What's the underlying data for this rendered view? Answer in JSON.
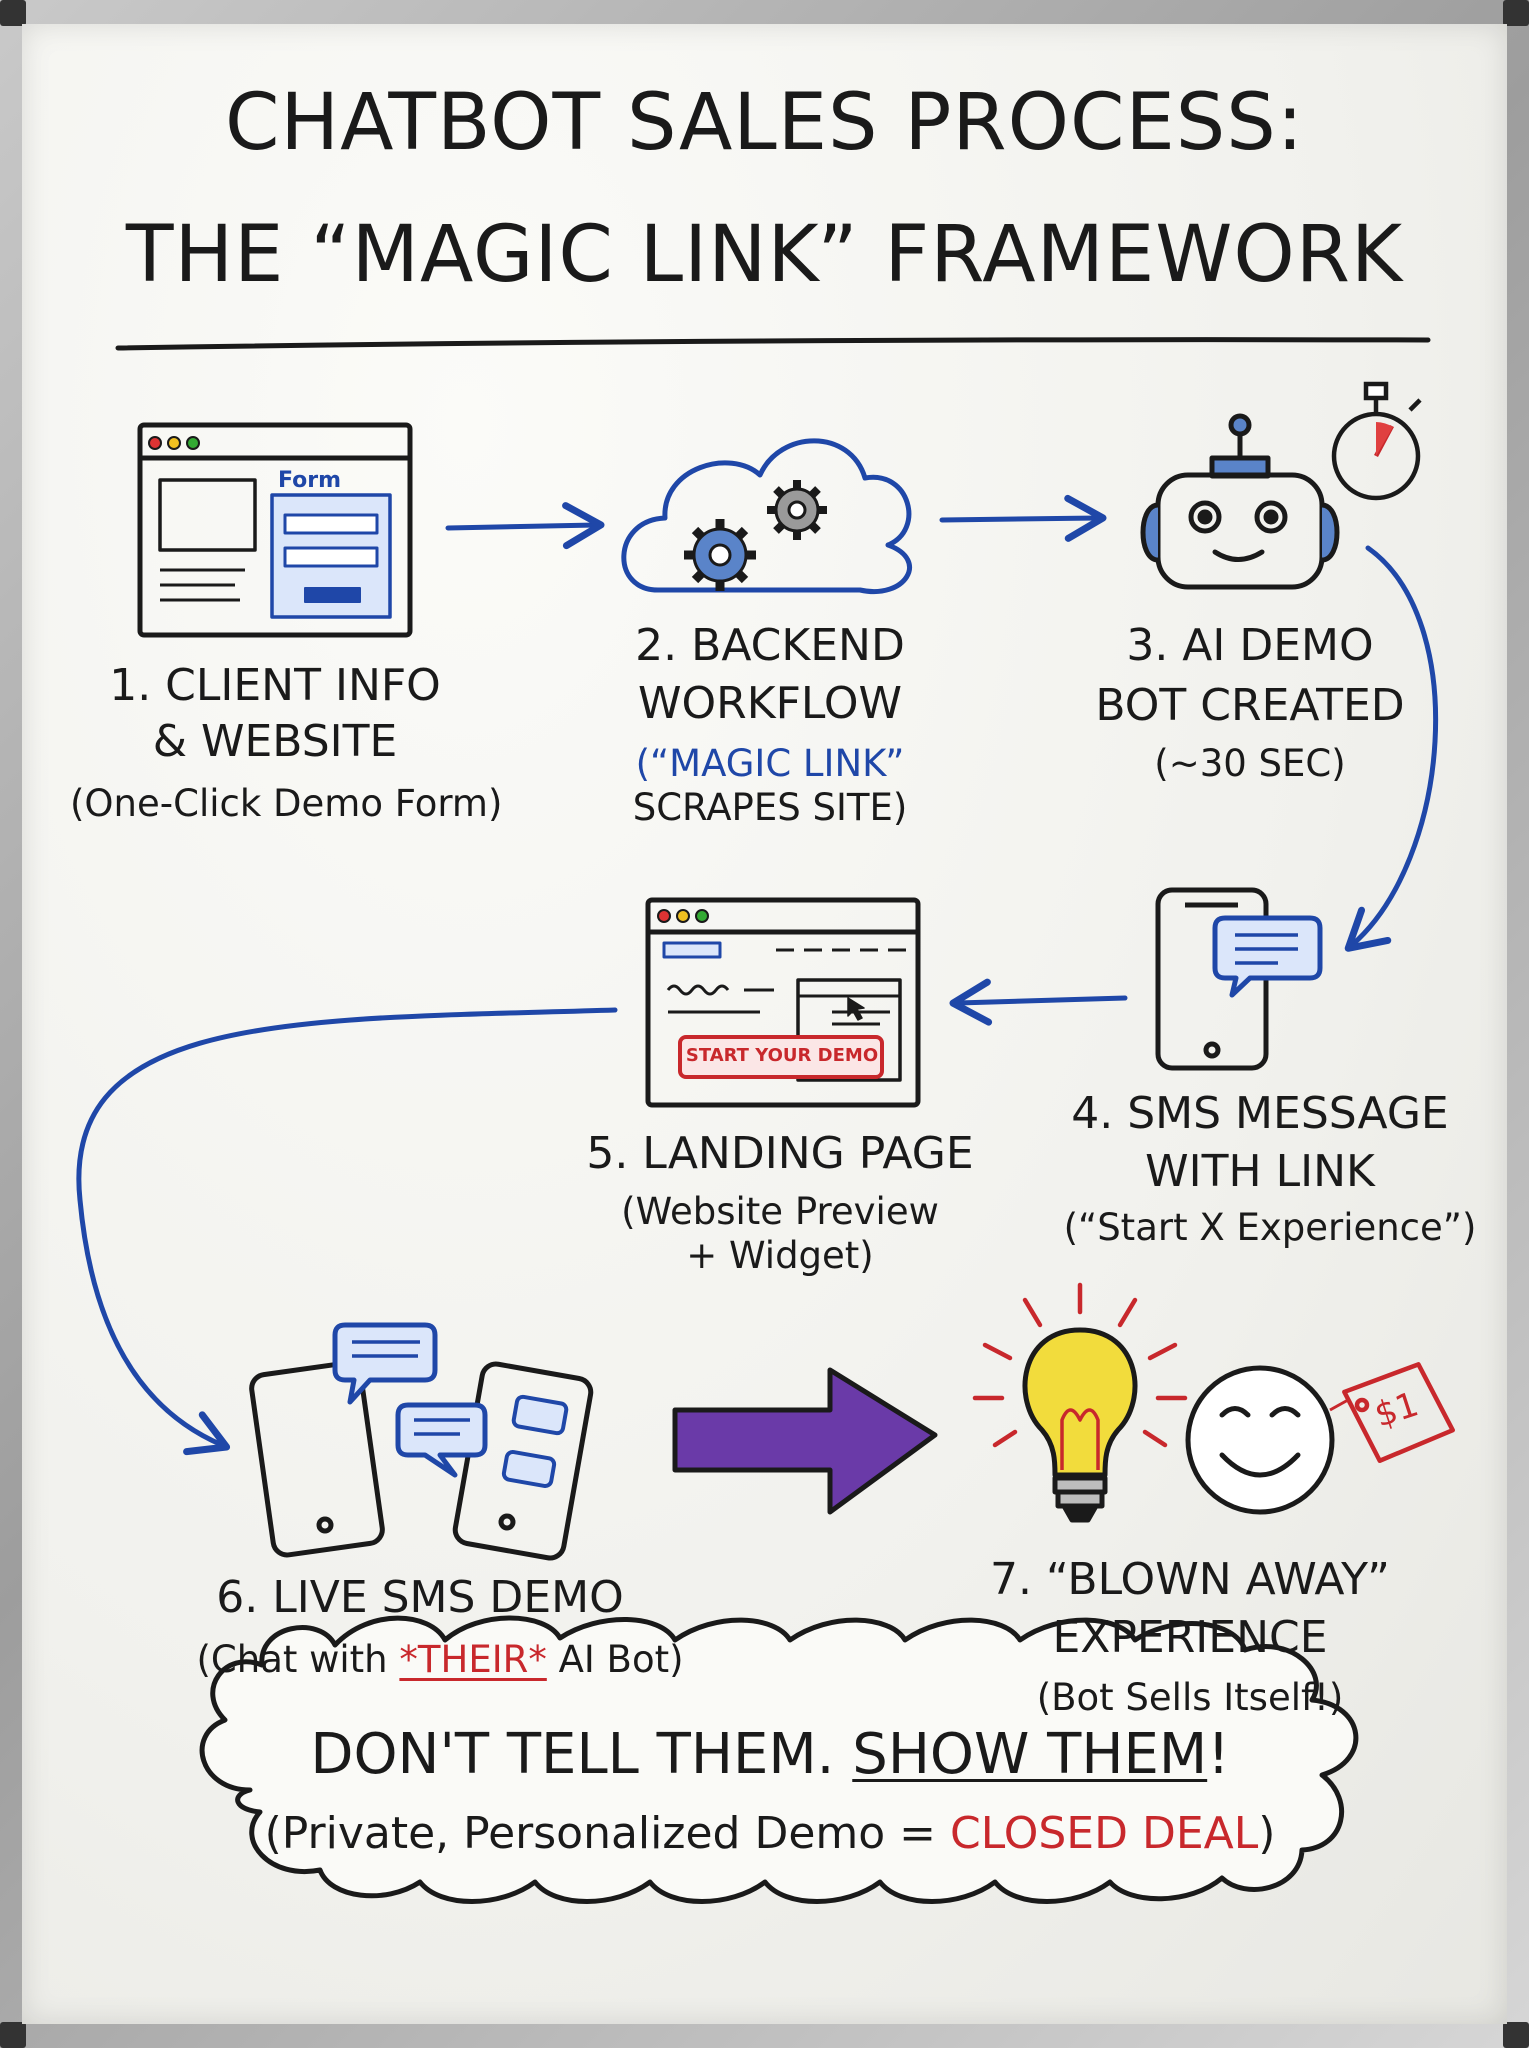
{
  "title": {
    "line1": "CHATBOT SALES PROCESS:",
    "line2": "THE “MAGIC LINK” FRAMEWORK"
  },
  "steps": [
    {
      "label1": "1. CLIENT INFO",
      "label2": "& WEBSITE",
      "sub": "(One-Click Demo Form)",
      "icon": "browser-form-icon",
      "icon_text": "Form"
    },
    {
      "label1": "2. BACKEND",
      "label2": "WORKFLOW",
      "sub_blue": "(“MAGIC LINK”",
      "sub2": "SCRAPES SITE)",
      "icon": "cloud-gears-icon"
    },
    {
      "label1": "3. AI DEMO",
      "label2": "BOT CREATED",
      "sub": "(~30 SEC)",
      "icon": "robot-icon"
    },
    {
      "label1": "4. SMS MESSAGE",
      "label2": "WITH LINK",
      "sub": "(“Start X Experience”)",
      "icon": "phone-message-icon"
    },
    {
      "label1": "5. LANDING PAGE",
      "sub1": "(Website Preview",
      "sub2": "+ Widget)",
      "icon": "landing-page-icon",
      "button_text": "START YOUR DEMO"
    },
    {
      "label1": "6. LIVE SMS DEMO",
      "sub_pre": "(Chat with ",
      "sub_red": "*THEIR*",
      "sub_post": " AI Bot)",
      "icon": "two-phones-chat-icon"
    },
    {
      "label1": "7. “BLOWN AWAY”",
      "label2": "EXPERIENCE",
      "sub": "(Bot Sells Itself!)",
      "icon": "lightbulb-smiley-icon",
      "tag_text": "$1"
    }
  ],
  "callout": {
    "line1_pre": "DON'T TELL THEM. ",
    "line1_em": "SHOW THEM",
    "line1_post": "!",
    "line2_pre": "(Private, Personalized Demo = ",
    "line2_red": "CLOSED DEAL",
    "line2_post": ")"
  },
  "colors": {
    "ink": "#1a1a1a",
    "blue": "#1f47a8",
    "red": "#c8282c",
    "purple": "#6a3aa8",
    "yellow": "#f2dc3c"
  }
}
